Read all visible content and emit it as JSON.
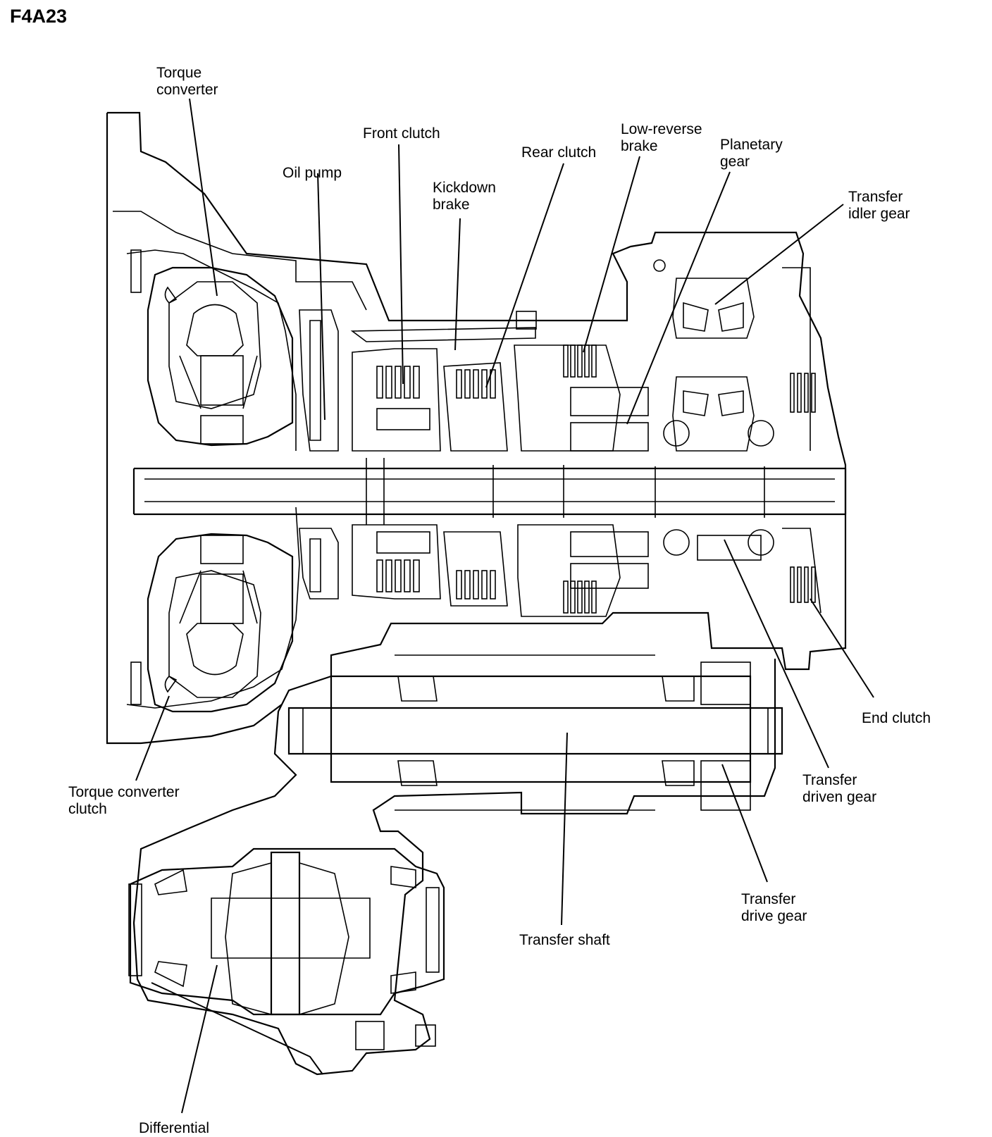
{
  "title": "F4A23",
  "labels": {
    "torque_converter": [
      "Torque",
      "converter"
    ],
    "oil_pump": "Oil pump",
    "front_clutch": "Front clutch",
    "kickdown_brake": [
      "Kickdown",
      "brake"
    ],
    "rear_clutch": "Rear clutch",
    "low_reverse_brake": [
      "Low-reverse",
      "brake"
    ],
    "planetary_gear": [
      "Planetary",
      "gear"
    ],
    "transfer_idler_gear": [
      "Transfer",
      "idler gear"
    ],
    "end_clutch": "End clutch",
    "transfer_driven_gear": [
      "Transfer",
      "driven gear"
    ],
    "transfer_drive_gear": [
      "Transfer",
      "drive gear"
    ],
    "transfer_shaft": "Transfer shaft",
    "torque_converter_clutch": [
      "Torque converter",
      "clutch"
    ],
    "differential": "Differential"
  }
}
